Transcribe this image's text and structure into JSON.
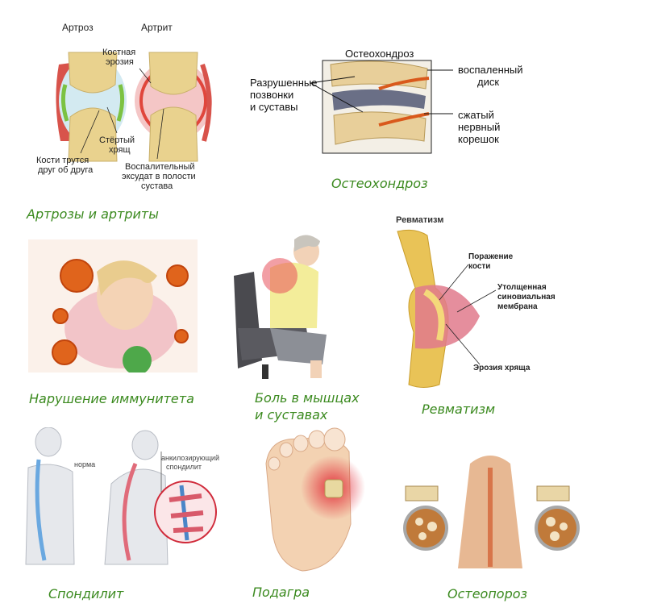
{
  "captions": {
    "arthrosis": "Артрозы и артриты",
    "osteochondrosis": "Остеохондроз",
    "immunity": "Нарушение иммунитета",
    "pain_line1": "Боль в мышцах",
    "pain_line2": "и суставах",
    "rheumatism": "Ревматизм",
    "spondylitis": "Спондилит",
    "gout": "Подагра",
    "osteoporosis": "Остеопороз"
  },
  "arthrosis_panel": {
    "title_left": "Артроз",
    "title_right": "Артрит",
    "label_erosion_1": "Костная",
    "label_erosion_2": "эрозия",
    "label_cartilage_1": "Стёртый",
    "label_cartilage_2": "хрящ",
    "label_bones_1": "Кости трутся",
    "label_bones_2": "друг об друга",
    "label_exudate_1": "Воспалительный",
    "label_exudate_2": "эксудат в полости",
    "label_exudate_3": "сустава"
  },
  "osteo_panel": {
    "title": "Остеохондроз",
    "label_destroyed_1": "Разрушенные",
    "label_destroyed_2": "позвонки",
    "label_destroyed_3": "и суставы",
    "label_disc_1": "воспаленный",
    "label_disc_2": "диск",
    "label_root_1": "сжатый",
    "label_root_2": "нервный",
    "label_root_3": "корешок"
  },
  "rheum_panel": {
    "title": "Ревматизм",
    "label_bone_1": "Поражение",
    "label_bone_2": "кости",
    "label_membrane_1": "Утолщенная",
    "label_membrane_2": "синовиальная",
    "label_membrane_3": "мембрана",
    "label_erosion": "Эрозия хряща"
  },
  "spond_panel": {
    "label_norm": "норма",
    "label_ankyl_1": "анкилозирующий",
    "label_ankyl_2": "спондилит"
  },
  "colors": {
    "caption_green": "#3b8a1f",
    "bone": "#e9d28e",
    "inflammation": "#d9364a",
    "virus": "#e0641c"
  }
}
